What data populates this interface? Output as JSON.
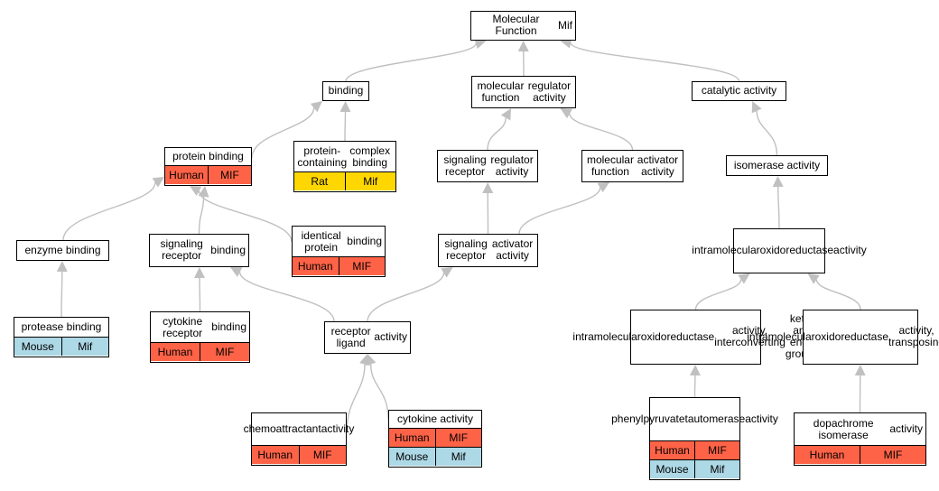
{
  "diagram": {
    "nodes": {
      "mf": {
        "label": "Molecular Function\nMif"
      },
      "binding": {
        "label": "binding"
      },
      "mfra": {
        "label": "molecular function\nregulator activity"
      },
      "cat": {
        "label": "catalytic activity"
      },
      "pb": {
        "label": "protein binding",
        "rows": [
          [
            "Human",
            "MIF"
          ]
        ]
      },
      "pccb": {
        "label": "protein-containing\ncomplex binding",
        "rows": [
          [
            "Rat",
            "Mif"
          ]
        ]
      },
      "srra": {
        "label": "signaling receptor\nregulator activity"
      },
      "mfaa": {
        "label": "molecular function\nactivator activity"
      },
      "iso": {
        "label": "isomerase activity"
      },
      "eb": {
        "label": "enzyme binding"
      },
      "srb": {
        "label": "signaling receptor\nbinding"
      },
      "ipb": {
        "label": "identical protein\nbinding",
        "rows": [
          [
            "Human",
            "MIF"
          ]
        ]
      },
      "sraa": {
        "label": "signaling receptor\nactivator activity"
      },
      "ioa": {
        "label": "intramolecular\noxidoreductase\nactivity"
      },
      "prb": {
        "label": "protease binding",
        "rows": [
          [
            "Mouse",
            "Mif"
          ]
        ]
      },
      "crb": {
        "label": "cytokine receptor\nbinding",
        "rows": [
          [
            "Human",
            "MIF"
          ]
        ]
      },
      "rla": {
        "label": "receptor ligand\nactivity"
      },
      "ioaic": {
        "label": "intramolecular\noxidoreductase\nactivity, interconverting\nketo- and enol-groups"
      },
      "ioatc": {
        "label": "intramolecular\noxidoreductase\nactivity, transposing\nC=C bonds"
      },
      "chemo": {
        "label": "chemoattractant\nactivity",
        "rows": [
          [
            "Human",
            "MIF"
          ]
        ]
      },
      "cyto": {
        "label": "cytokine activity",
        "rows": [
          [
            "Human",
            "MIF"
          ],
          [
            "Mouse",
            "Mif"
          ]
        ]
      },
      "ppt": {
        "label": "phenylpyruvate\ntautomerase\nactivity",
        "rows": [
          [
            "Human",
            "MIF"
          ],
          [
            "Mouse",
            "Mif"
          ]
        ]
      },
      "dci": {
        "label": "dopachrome isomerase\nactivity",
        "rows": [
          [
            "Human",
            "MIF"
          ]
        ]
      }
    },
    "edges": [
      [
        "binding",
        "mf"
      ],
      [
        "mfra",
        "mf"
      ],
      [
        "cat",
        "mf"
      ],
      [
        "pb",
        "binding"
      ],
      [
        "pccb",
        "binding"
      ],
      [
        "srra",
        "mfra"
      ],
      [
        "mfaa",
        "mfra"
      ],
      [
        "iso",
        "cat"
      ],
      [
        "eb",
        "pb"
      ],
      [
        "srb",
        "pb"
      ],
      [
        "ipb",
        "pb"
      ],
      [
        "sraa",
        "srra"
      ],
      [
        "sraa",
        "mfaa"
      ],
      [
        "ioa",
        "iso"
      ],
      [
        "prb",
        "eb"
      ],
      [
        "crb",
        "srb"
      ],
      [
        "rla",
        "srb"
      ],
      [
        "rla",
        "sraa"
      ],
      [
        "ioaic",
        "ioa"
      ],
      [
        "ioatc",
        "ioa"
      ],
      [
        "chemo",
        "rla"
      ],
      [
        "cyto",
        "rla"
      ],
      [
        "ppt",
        "ioaic"
      ],
      [
        "dci",
        "ioatc"
      ]
    ]
  },
  "colors": {
    "Human": "#ff6347",
    "Mouse": "#add8e6",
    "Rat": "#ffd700",
    "edge": "#c0c0c0",
    "border": "#000000"
  }
}
